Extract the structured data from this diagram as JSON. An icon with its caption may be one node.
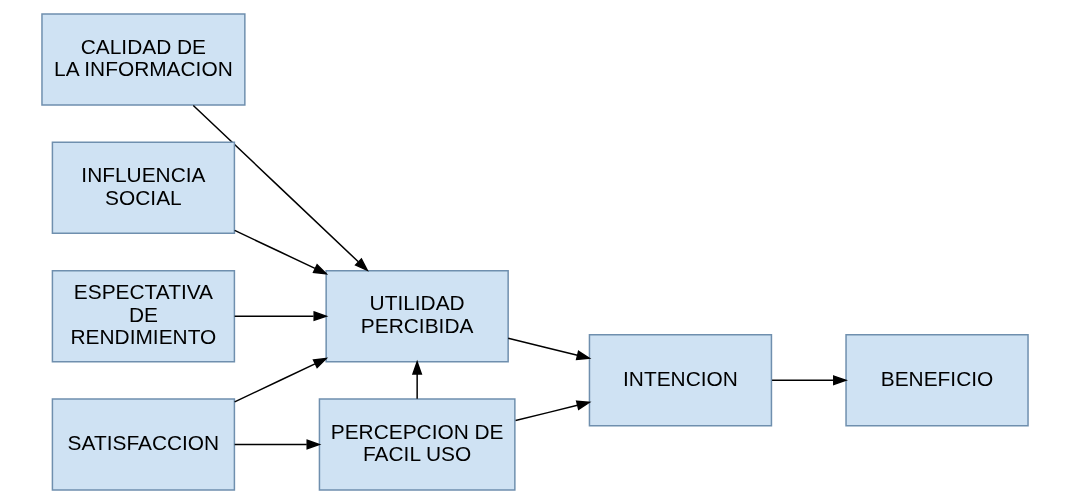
{
  "diagram": {
    "nodes": [
      {
        "text": [
          "CALIDAD DE LA INFORMACION"
        ]
      },
      {
        "text": [
          "INFLUENCIA SOCIAL"
        ]
      },
      {
        "text": [
          "SATISFACCION"
        ]
      },
      {
        "text": [
          "ESPECTATIVA DE RENDIMIENTO"
        ]
      },
      {
        "text": [
          "UTILIDAD PERCIBIDA"
        ]
      },
      {
        "text": [
          "PERCEPCION DE FACIL USO"
        ]
      },
      {
        "text": [
          "INTENCION"
        ]
      },
      {
        "text": [
          "BENEFICIO"
        ]
      }
    ],
    "edges": [
      {
        "from": 0,
        "to": 4,
        "arrow": "to"
      },
      {
        "from": 1,
        "to": 4,
        "arrow": "to"
      },
      {
        "from": 2,
        "to": 4,
        "arrow": "to"
      },
      {
        "from": 3,
        "to": 4,
        "arrow": "to"
      },
      {
        "from": 2,
        "to": 5,
        "arrow": "to"
      },
      {
        "from": 5,
        "to": 4,
        "arrow": "to"
      },
      {
        "from": 4,
        "to": 6,
        "arrow": "to"
      },
      {
        "from": 5,
        "to": 6,
        "arrow": "to"
      },
      {
        "from": 6,
        "to": 7,
        "arrow": "to"
      }
    ]
  }
}
